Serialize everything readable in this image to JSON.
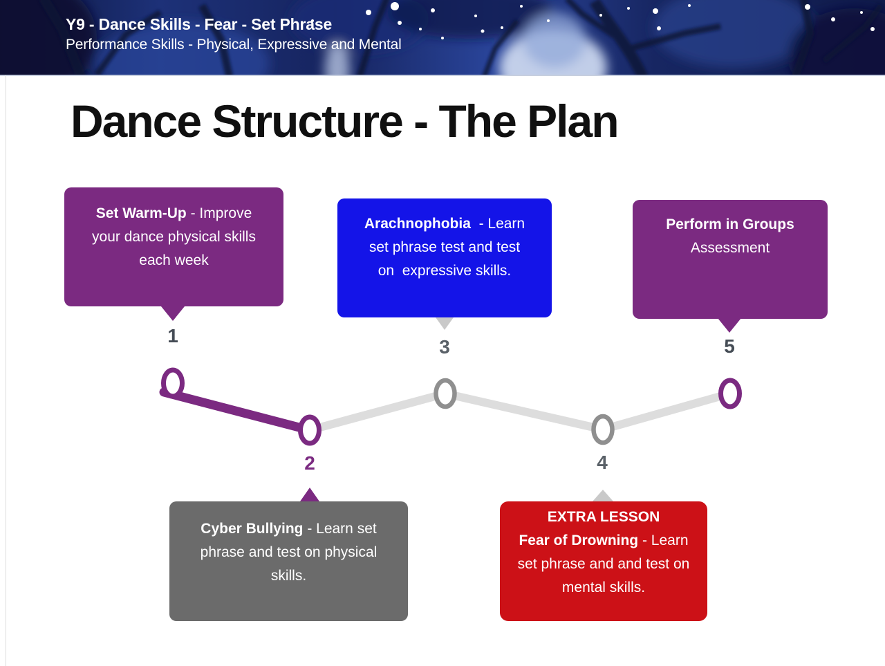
{
  "header": {
    "title": "Y9 - Dance Skills - Fear - Set Phrase",
    "subtitle": "Performance Skills - Physical, Expressive and Mental"
  },
  "slide_title": "Dance Structure - The Plan",
  "colors": {
    "purple": "#7B2A81",
    "blue": "#1414E8",
    "red": "#CC1117",
    "gray_box": "#6B6B6B",
    "timeline_gray": "#DDDDDD",
    "node_gray": "#8F8F8F",
    "tail_gray": "#C9C9C9",
    "number_dark": "#454C55",
    "number_gray": "#5A6168"
  },
  "steps": [
    {
      "number": "1",
      "box_color": "purple",
      "lines": [
        [
          {
            "b": true,
            "t": "Set Warm-Up"
          },
          {
            "b": false,
            "t": " - Improve"
          }
        ],
        [
          {
            "b": false,
            "t": "your dance physical skills"
          }
        ],
        [
          {
            "b": false,
            "t": "each week"
          }
        ]
      ]
    },
    {
      "number": "2",
      "box_color": "gray",
      "lines": [
        [
          {
            "b": true,
            "t": "Cyber Bullying"
          },
          {
            "b": false,
            "t": " - Learn set"
          }
        ],
        [
          {
            "b": false,
            "t": "phrase and test on physical"
          }
        ],
        [
          {
            "b": false,
            "t": "skills."
          }
        ]
      ]
    },
    {
      "number": "3",
      "box_color": "blue",
      "lines": [
        [
          {
            "b": true,
            "t": "Arachnophobia "
          },
          {
            "b": false,
            "t": " - Learn"
          }
        ],
        [
          {
            "b": false,
            "t": "set phrase test and test"
          }
        ],
        [
          {
            "b": false,
            "t": "on  expressive skills."
          }
        ]
      ]
    },
    {
      "number": "4",
      "box_color": "red",
      "lines": [
        [
          {
            "b": true,
            "t": "EXTRA LESSON"
          }
        ],
        [
          {
            "b": true,
            "t": "Fear of Drowning"
          },
          {
            "b": false,
            "t": " - Learn"
          }
        ],
        [
          {
            "b": false,
            "t": "set phrase and and test on"
          }
        ],
        [
          {
            "b": false,
            "t": "mental skills."
          }
        ]
      ]
    },
    {
      "number": "5",
      "box_color": "purple",
      "lines": [
        [
          {
            "b": true,
            "t": "Perform in Groups"
          }
        ],
        [
          {
            "b": false,
            "t": "Assessment"
          }
        ]
      ]
    }
  ]
}
